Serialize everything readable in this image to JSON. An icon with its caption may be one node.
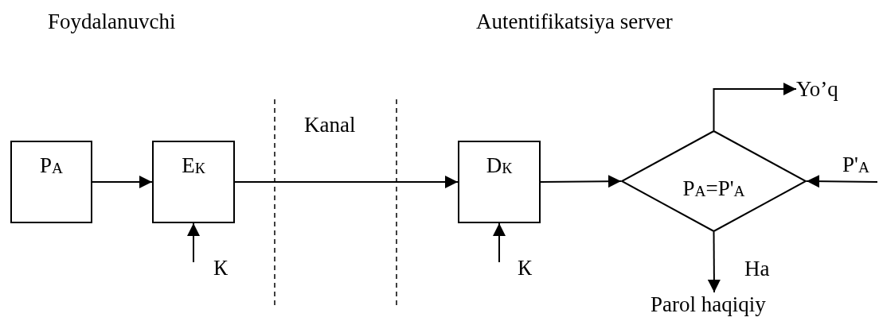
{
  "diagram": {
    "nodes": [
      {
        "text": [
          "P$_{A}$"
        ]
      },
      {
        "text": [
          "E$_{К}$"
        ]
      },
      {
        "text": [
          "D$_{К}$"
        ]
      },
      {
        "text": [
          "P$_{A}$=P'$_{A}$"
        ]
      },
      {
        "text": [
          "Yo’q"
        ]
      },
      {
        "text": [
          "P'$_{A}$"
        ]
      },
      {
        "text": [
          "Parol haqiqiy"
        ]
      }
    ],
    "edges": [
      {
        "from": 0,
        "to": 1,
        "arrow": "to"
      },
      {
        "from": 1,
        "to": 2,
        "arrow": "to"
      },
      {
        "from": 2,
        "to": 3,
        "arrow": "to"
      },
      {
        "from": 3,
        "to": 4,
        "arrow": "to"
      },
      {
        "from": 5,
        "to": 3,
        "arrow": "to"
      },
      {
        "from": 3,
        "to": 6,
        "label": "Ha",
        "arrow": "to"
      },
      {
        "from": null,
        "to": 1,
        "arrow": "to"
      },
      {
        "from": null,
        "to": 2,
        "arrow": "to"
      }
    ],
    "labels": [
      "Foydalanuvchi",
      "Autentifikatsiya server",
      "Kanal",
      "К",
      "К"
    ]
  }
}
